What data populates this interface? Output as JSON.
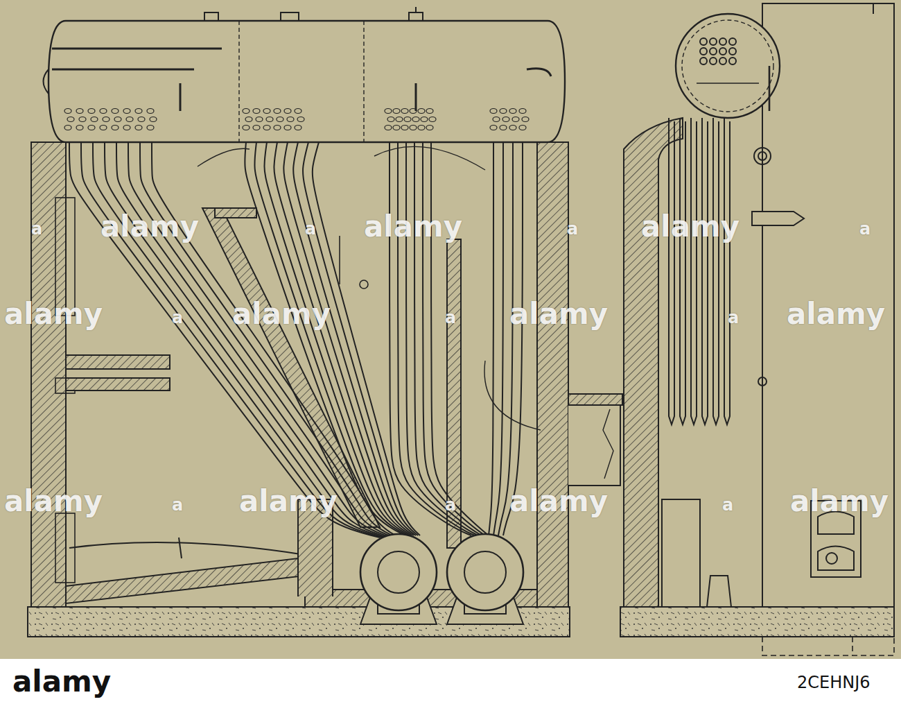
{
  "diagram": {
    "labels": [
      "a",
      "alamy",
      "a",
      "alamy",
      "a",
      "alamy",
      "a",
      "alamy",
      "a",
      "alamy",
      "a",
      "alamy",
      "a",
      "alamy",
      "alamy",
      "a",
      "alamy",
      "a",
      "alamy",
      "a",
      "alamy",
      "alamy",
      "2CEHNJ6"
    ]
  }
}
